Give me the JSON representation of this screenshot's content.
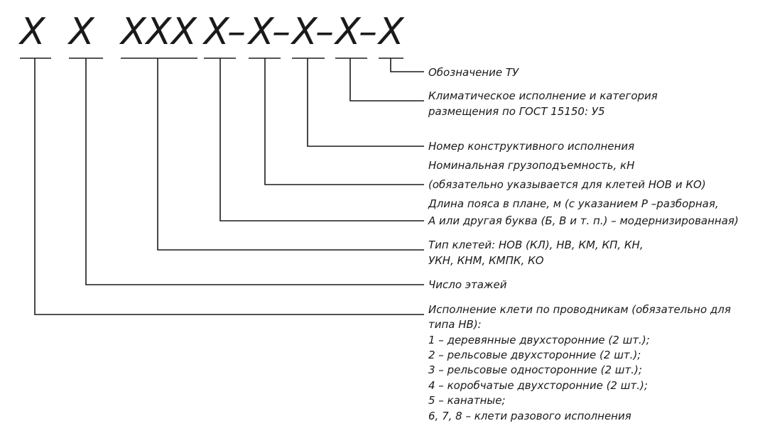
{
  "code_positions": [
    {
      "id": "p1",
      "text": "X"
    },
    {
      "id": "p2",
      "text": "X"
    },
    {
      "id": "p3",
      "text": "XXX"
    },
    {
      "id": "p4",
      "text": "X"
    },
    {
      "id": "p5",
      "text": "X"
    },
    {
      "id": "p6",
      "text": "X"
    },
    {
      "id": "p7",
      "text": "X"
    },
    {
      "id": "p8",
      "text": "X"
    }
  ],
  "separator": "–",
  "descriptions": [
    {
      "id": "tu",
      "lines": [
        "Обозначение ТУ"
      ]
    },
    {
      "id": "climate",
      "lines": [
        "Климатическое исполнение и категория",
        "размещения по ГОСТ 15150: У5"
      ]
    },
    {
      "id": "design",
      "lines": [
        "Номер конструктивного исполнения"
      ]
    },
    {
      "id": "capacity",
      "lines": [
        "Номинальная грузоподъемность, кН",
        "(обязательно указывается для клетей НОВ и КО)"
      ]
    },
    {
      "id": "length",
      "lines": [
        "Длина пояса в плане, м (с указанием Р –разборная,",
        "А или другая буква (Б, В и т. п.) – модернизированная)"
      ]
    },
    {
      "id": "type",
      "lines": [
        "Тип клетей: НОВ (КЛ), НВ, КМ, КП, КН,",
        "УКН, КНМ, КМПК, КО"
      ]
    },
    {
      "id": "floors",
      "lines": [
        "Число этажей"
      ]
    },
    {
      "id": "guides",
      "lines": [
        "Исполнение клети по проводникам (обязательно для",
        "типа НВ):",
        "1 – деревянные двухсторонние (2 шт.);",
        "2 – рельсовые двухсторонние (2 шт.);",
        "3 – рельсовые односторонние (2 шт.);",
        "4 – коробчатые двухсторонние (2 шт.);",
        "5 – канатные;",
        "6, 7, 8 – клети разового исполнения"
      ]
    }
  ]
}
